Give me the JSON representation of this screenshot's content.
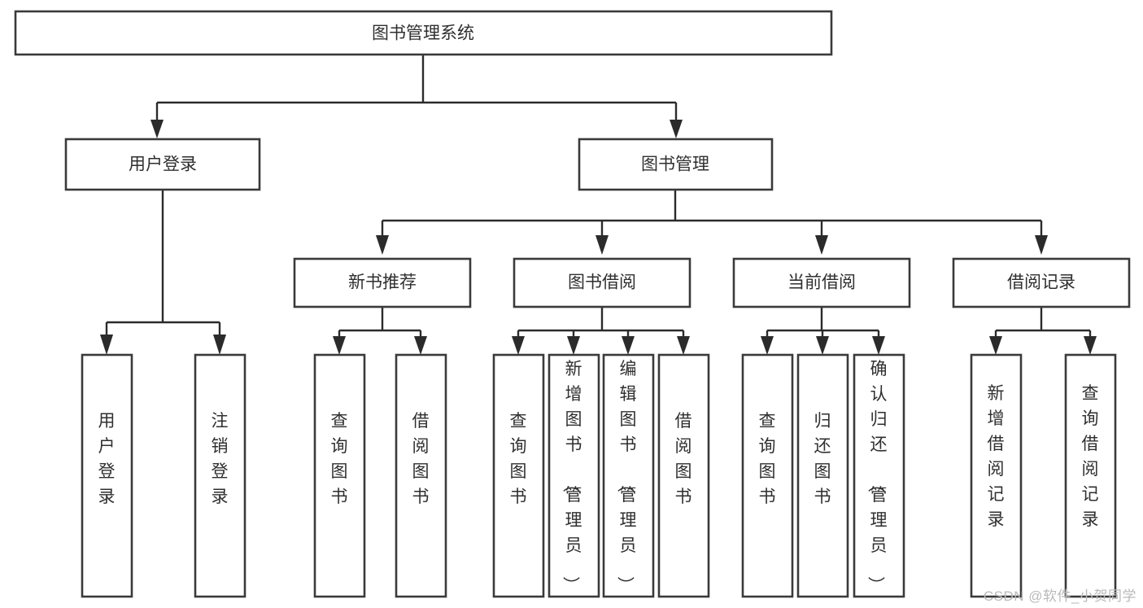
{
  "diagram": {
    "type": "tree-hierarchy",
    "title": "图书管理系统",
    "root": {
      "label": "图书管理系统",
      "id": "root"
    },
    "level2": [
      {
        "id": "user-login",
        "label": "用户登录"
      },
      {
        "id": "book-manage",
        "label": "图书管理"
      }
    ],
    "level3": [
      {
        "id": "new-book-recommend",
        "label": "新书推荐",
        "parent": "book-manage"
      },
      {
        "id": "book-borrow",
        "label": "图书借阅",
        "parent": "book-manage"
      },
      {
        "id": "current-borrow",
        "label": "当前借阅",
        "parent": "book-manage"
      },
      {
        "id": "borrow-record",
        "label": "借阅记录",
        "parent": "book-manage"
      }
    ],
    "leaves": {
      "user-login": [
        {
          "id": "leaf-user-login",
          "label": "用户登录"
        },
        {
          "id": "leaf-user-logout",
          "label": "注销登录"
        }
      ],
      "new-book-recommend": [
        {
          "id": "leaf-query-book-1",
          "label": "查询图书"
        },
        {
          "id": "leaf-borrow-book-1",
          "label": "借阅图书"
        }
      ],
      "book-borrow": [
        {
          "id": "leaf-query-book-2",
          "label": "查询图书"
        },
        {
          "id": "leaf-add-book",
          "label": "新增图书（管理员）"
        },
        {
          "id": "leaf-edit-book",
          "label": "编辑图书（管理员）"
        },
        {
          "id": "leaf-borrow-book-2",
          "label": "借阅图书"
        }
      ],
      "current-borrow": [
        {
          "id": "leaf-query-book-3",
          "label": "查询图书"
        },
        {
          "id": "leaf-return-book",
          "label": "归还图书"
        },
        {
          "id": "leaf-confirm-return",
          "label": "确认归还（管理员）"
        }
      ],
      "borrow-record": [
        {
          "id": "leaf-add-record",
          "label": "新增借阅记录"
        },
        {
          "id": "leaf-query-record",
          "label": "查询借阅记录"
        }
      ]
    }
  },
  "watermark": {
    "text": "CSDN @软件_小贺同学"
  },
  "colors": {
    "box_stroke": "#3a3a3a",
    "connector": "#2b2b2b",
    "text": "#2f2f2f",
    "background": "#ffffff",
    "watermark": "#b9b9b9"
  }
}
